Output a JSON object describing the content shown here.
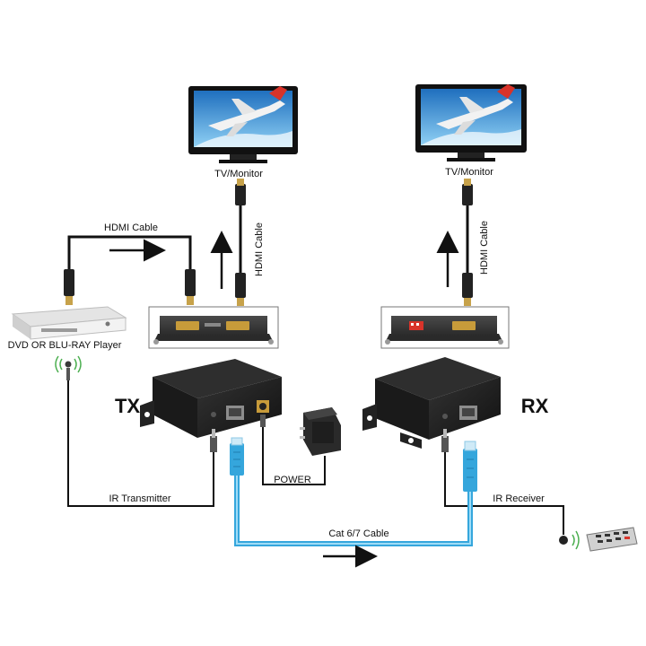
{
  "labels": {
    "tv_left": "TV/Monitor",
    "tv_right": "TV/Monitor",
    "hdmi_cable_horizontal": "HDMI Cable",
    "hdmi_cable_tx_vertical": "HDMI Cable",
    "hdmi_cable_rx_vertical": "HDMI Cable",
    "dvd_player": "DVD OR BLU-RAY Player",
    "tx": "TX",
    "rx": "RX",
    "power": "POWER",
    "ir_transmitter": "IR Transmitter",
    "ir_receiver": "IR Receiver",
    "cat_cable": "Cat 6/7 Cable"
  },
  "colors": {
    "cat_cable": "#35a6dc",
    "device_body": "#1c1c1c",
    "panel": "#3a3a3a",
    "hdmi_port": "#c79b3a",
    "sky": "#2f8fd6",
    "dip_switch": "#d8332a"
  }
}
